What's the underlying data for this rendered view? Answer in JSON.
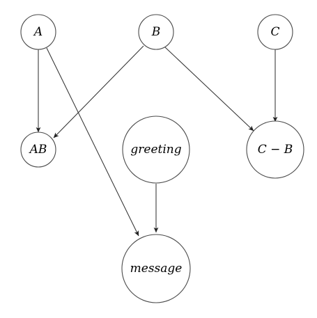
{
  "diagram": {
    "nodes": [
      {
        "id": "A",
        "label": "A"
      },
      {
        "id": "B",
        "label": "B"
      },
      {
        "id": "C",
        "label": "C"
      },
      {
        "id": "AB",
        "label": "AB"
      },
      {
        "id": "greeting",
        "label": "greeting"
      },
      {
        "id": "CminusB",
        "label": "C − B"
      },
      {
        "id": "message",
        "label": "message"
      }
    ],
    "edges": [
      {
        "from": "A",
        "to": "AB"
      },
      {
        "from": "A",
        "to": "message"
      },
      {
        "from": "B",
        "to": "AB"
      },
      {
        "from": "B",
        "to": "CminusB"
      },
      {
        "from": "C",
        "to": "CminusB"
      },
      {
        "from": "greeting",
        "to": "message"
      }
    ]
  }
}
